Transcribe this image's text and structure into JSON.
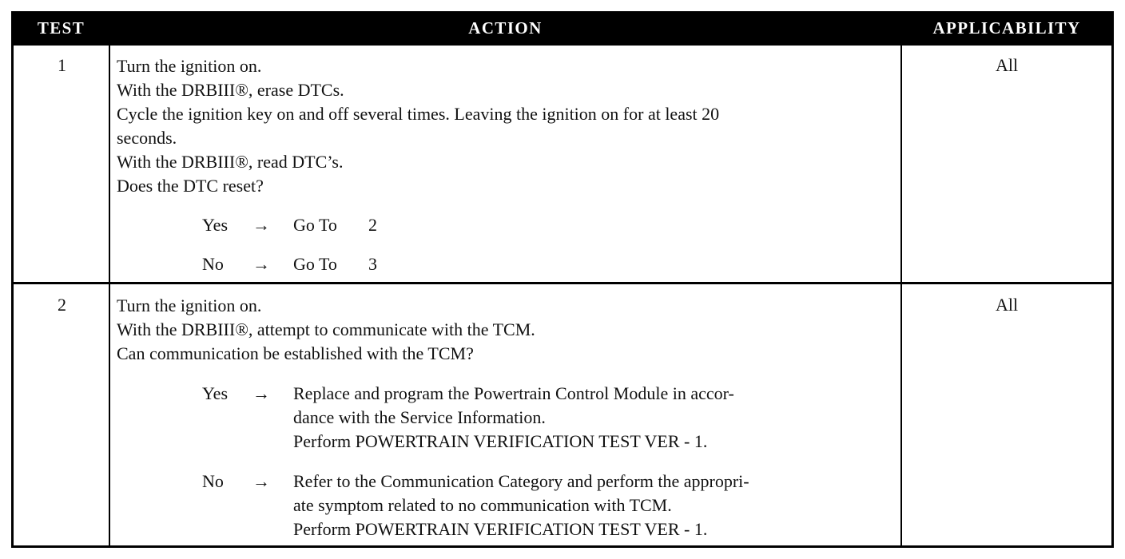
{
  "header": {
    "test": "TEST",
    "action": "ACTION",
    "applicability": "APPLICABILITY"
  },
  "rows": [
    {
      "test": "1",
      "applicability": "All",
      "lines": [
        "Turn the ignition on.",
        "With the DRBIII®, erase DTCs.",
        "Cycle the ignition key on and off several times. Leaving the ignition on for at least 20",
        "seconds.",
        "With the DRBIII®, read DTC’s.",
        "Does the DTC reset?"
      ],
      "options": [
        {
          "label": "Yes",
          "arrow": "→",
          "goto_text": "Go To",
          "goto_num": "2"
        },
        {
          "label": "No",
          "arrow": "→",
          "goto_text": "Go To",
          "goto_num": "3"
        }
      ]
    },
    {
      "test": "2",
      "applicability": "All",
      "lines": [
        "Turn the ignition on.",
        "With the DRBIII®, attempt to communicate with the TCM.",
        "Can communication be established with the TCM?"
      ],
      "options": [
        {
          "label": "Yes",
          "arrow": "→",
          "lines": [
            "Replace and program the Powertrain Control Module in accor-",
            "dance with the Service Information.",
            "Perform POWERTRAIN VERIFICATION TEST VER - 1."
          ]
        },
        {
          "label": "No",
          "arrow": "→",
          "lines": [
            "Refer to the Communication Category and perform the appropri-",
            "ate symptom related to no communication with TCM.",
            "Perform POWERTRAIN VERIFICATION TEST VER - 1."
          ]
        }
      ]
    }
  ]
}
